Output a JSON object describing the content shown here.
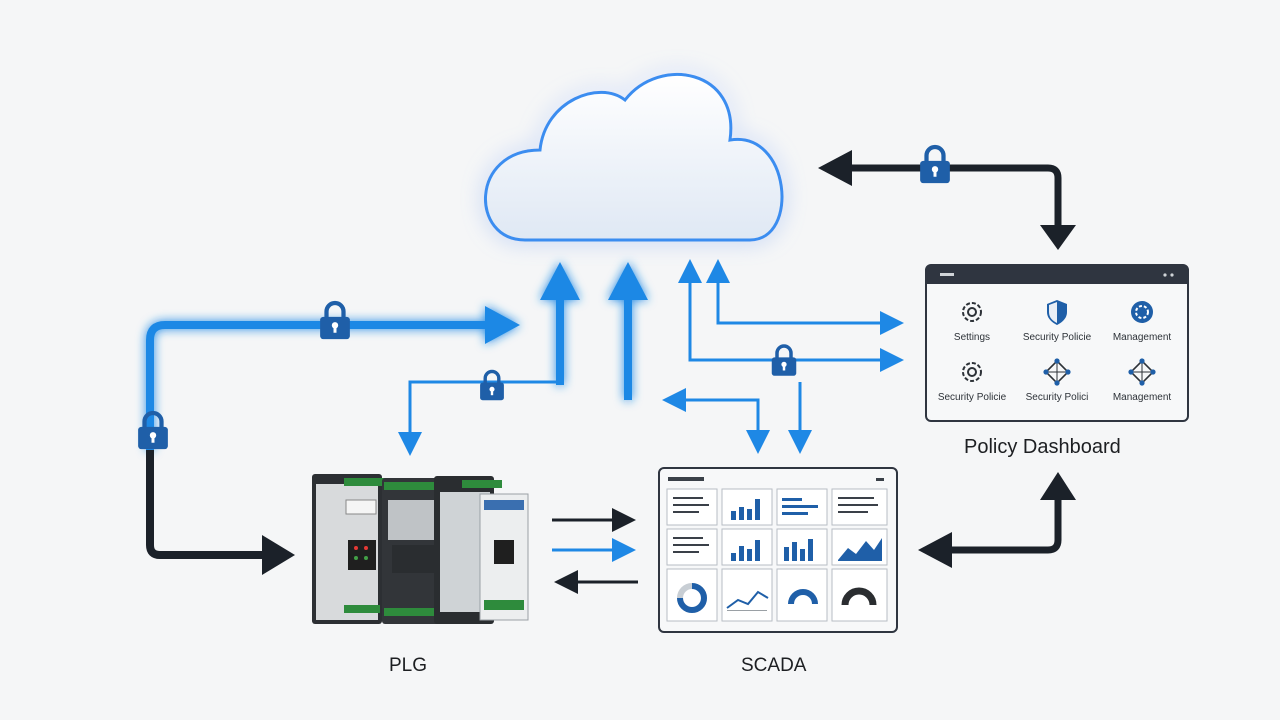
{
  "labels": {
    "plc": "PLG",
    "scada": "SCADA",
    "policy_dashboard": "Policy Dashboard"
  },
  "policy_dashboard": {
    "tiles": [
      {
        "label": "Settings",
        "icon": "gear-icon"
      },
      {
        "label": "Security Policie",
        "icon": "shield-icon"
      },
      {
        "label": "Management",
        "icon": "gear-badge-icon"
      },
      {
        "label": "Security Policie",
        "icon": "gear-icon"
      },
      {
        "label": "Security Polici",
        "icon": "network-nodes-icon"
      },
      {
        "label": "Management",
        "icon": "network-nodes-icon"
      }
    ]
  },
  "colors": {
    "accent_blue": "#1e88e5",
    "glow_blue": "#4aa3ff",
    "dark_arrow": "#1b2129",
    "lock_blue": "#1f5fa8",
    "background": "#f5f6f7"
  }
}
